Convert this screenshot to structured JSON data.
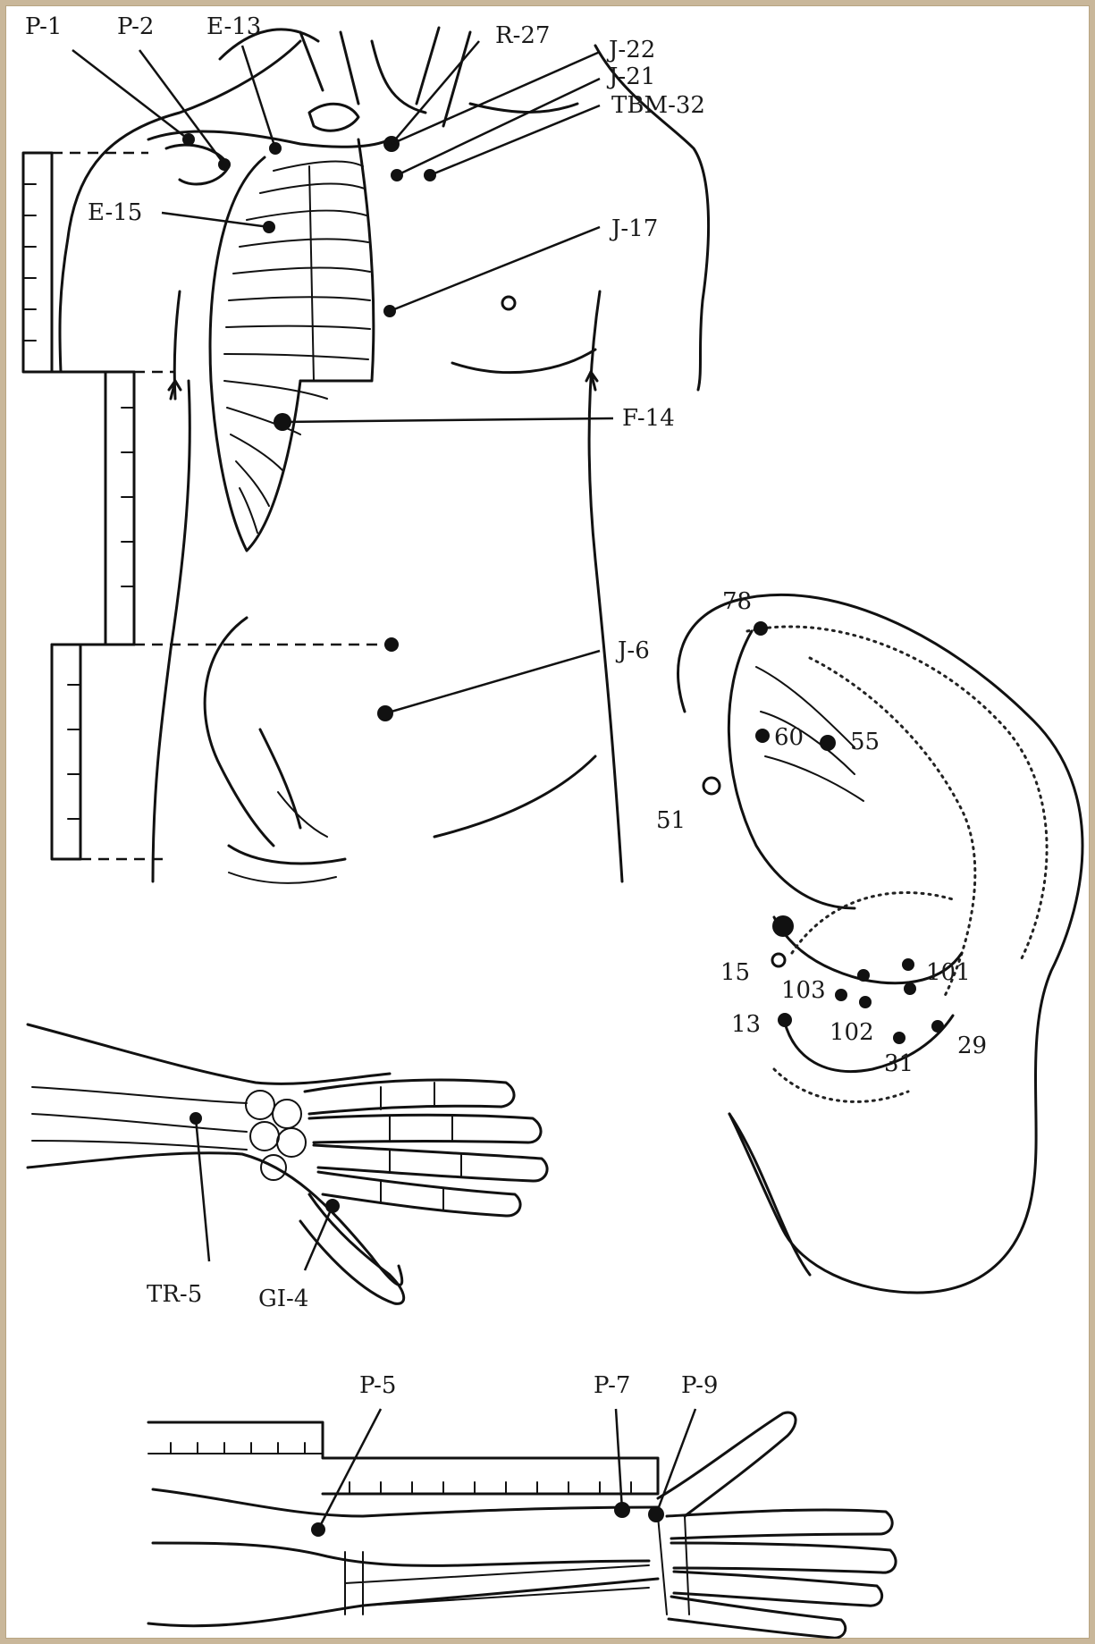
{
  "diagram": {
    "torso_points": [
      {
        "id": "p1",
        "label": "P-1"
      },
      {
        "id": "p2",
        "label": "P-2"
      },
      {
        "id": "e13",
        "label": "E-13"
      },
      {
        "id": "r27",
        "label": "R-27"
      },
      {
        "id": "j22",
        "label": "J-22"
      },
      {
        "id": "j21",
        "label": "J-21"
      },
      {
        "id": "tbm32",
        "label": "TBM-32"
      },
      {
        "id": "e15",
        "label": "E-15"
      },
      {
        "id": "j17",
        "label": "J-17"
      },
      {
        "id": "f14",
        "label": "F-14"
      },
      {
        "id": "j6",
        "label": "J-6"
      }
    ],
    "ear_points": [
      {
        "id": "ear78",
        "label": "78"
      },
      {
        "id": "ear60",
        "label": "60"
      },
      {
        "id": "ear55",
        "label": "55"
      },
      {
        "id": "ear51",
        "label": "51"
      },
      {
        "id": "ear15",
        "label": "15"
      },
      {
        "id": "ear103",
        "label": "103"
      },
      {
        "id": "ear101",
        "label": "101"
      },
      {
        "id": "ear13",
        "label": "13"
      },
      {
        "id": "ear102",
        "label": "102"
      },
      {
        "id": "ear29",
        "label": "29"
      },
      {
        "id": "ear31",
        "label": "31"
      }
    ],
    "hand_points": [
      {
        "id": "tr5",
        "label": "TR-5"
      },
      {
        "id": "gi4",
        "label": "GI-4"
      }
    ],
    "forearm_points": [
      {
        "id": "p5",
        "label": "P-5"
      },
      {
        "id": "p7",
        "label": "P-7"
      },
      {
        "id": "p9",
        "label": "P-9"
      }
    ]
  }
}
